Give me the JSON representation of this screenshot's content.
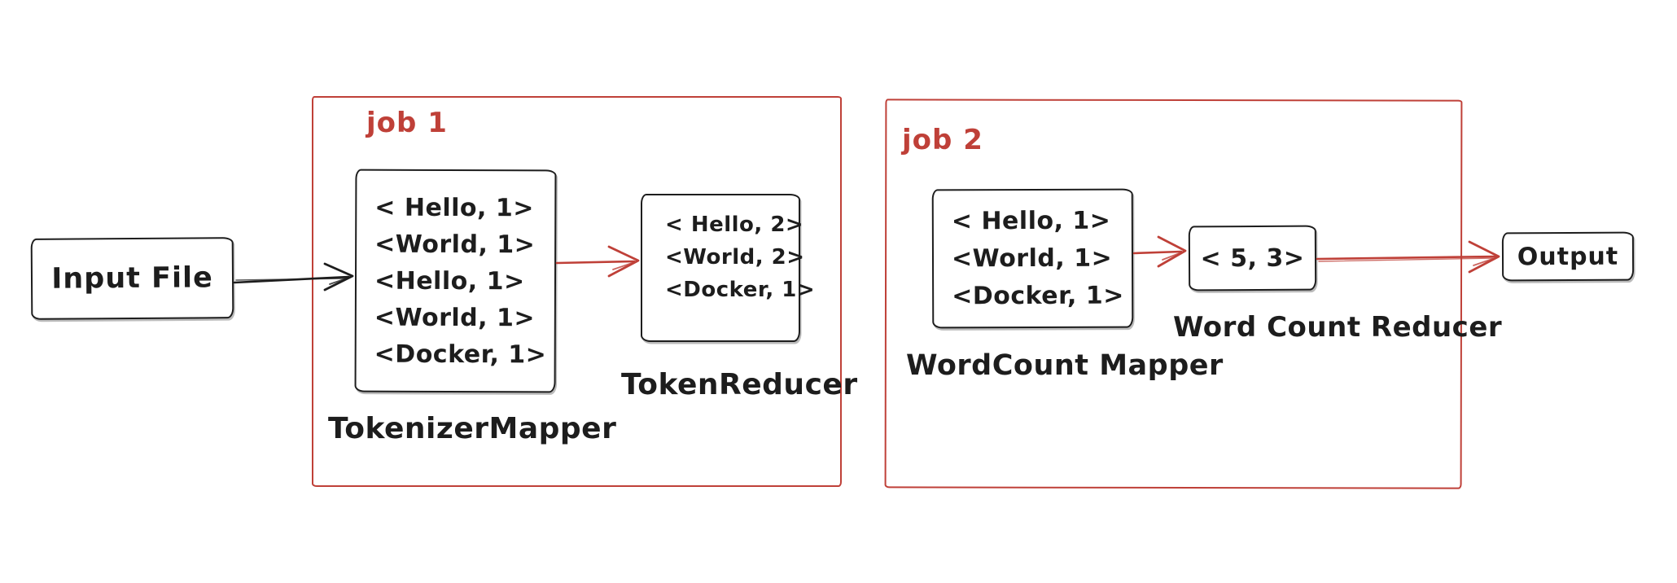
{
  "colors": {
    "ink": "#1d1d1d",
    "accent_red": "#bf4038"
  },
  "input_box": {
    "label": "Input File"
  },
  "job1": {
    "label": "job 1",
    "mapper": {
      "name": "TokenizerMapper",
      "lines": [
        "< Hello, 1>",
        "<World, 1>",
        "<Hello, 1>",
        "<World, 1>",
        "<Docker, 1>"
      ]
    },
    "reducer": {
      "name": "TokenReducer",
      "lines": [
        "< Hello, 2>",
        "<World, 2>",
        "<Docker, 1>"
      ]
    }
  },
  "job2": {
    "label": "job 2",
    "mapper": {
      "name": "WordCount Mapper",
      "lines": [
        "< Hello, 1>",
        "<World, 1>",
        "<Docker, 1>"
      ]
    },
    "reducer": {
      "name": "Word Count Reducer",
      "lines": [
        "< 5, 3>"
      ]
    }
  },
  "output_box": {
    "label": "Output"
  }
}
